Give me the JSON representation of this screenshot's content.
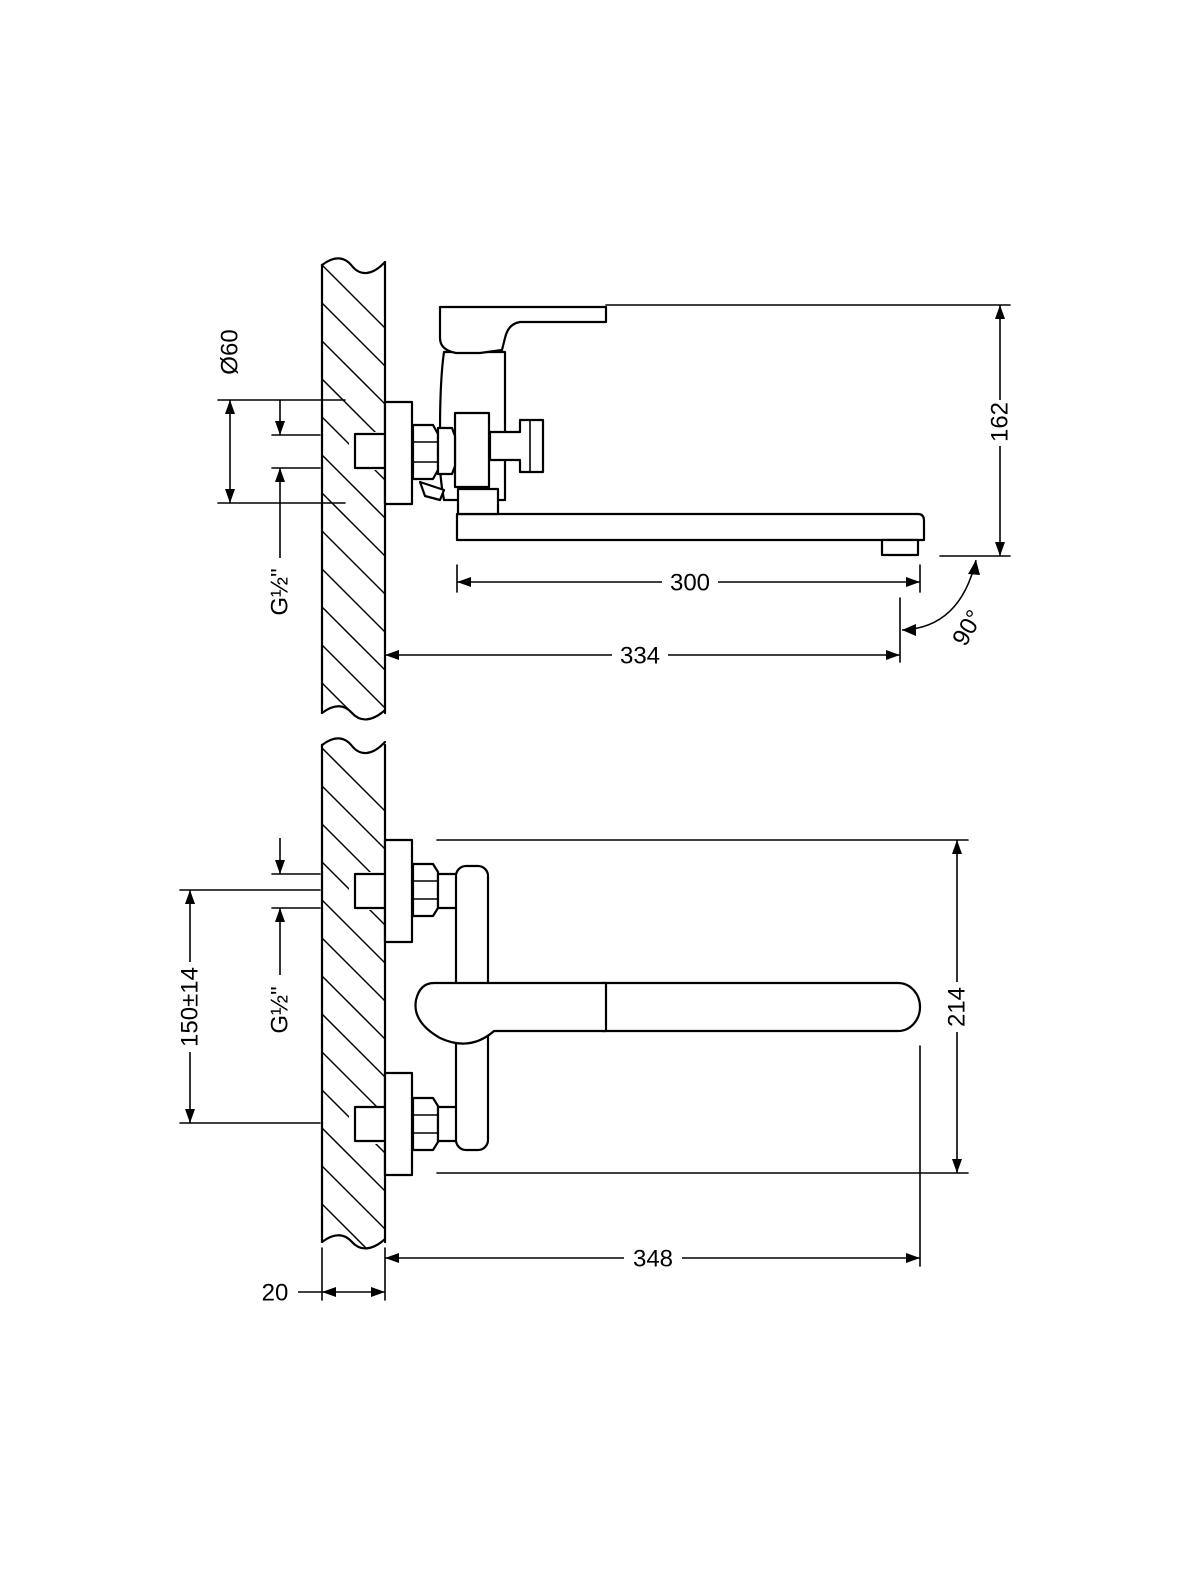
{
  "top_view": {
    "dims": {
      "flange_diameter": "Ø60",
      "thread": "G½\"",
      "height": "162",
      "spout_length": "300",
      "overall_length": "334",
      "swivel_angle": "90°"
    }
  },
  "front_view": {
    "dims": {
      "center_distance": "150±14",
      "thread": "G½\"",
      "height": "214",
      "overall_length": "348",
      "wall_offset": "20"
    }
  }
}
